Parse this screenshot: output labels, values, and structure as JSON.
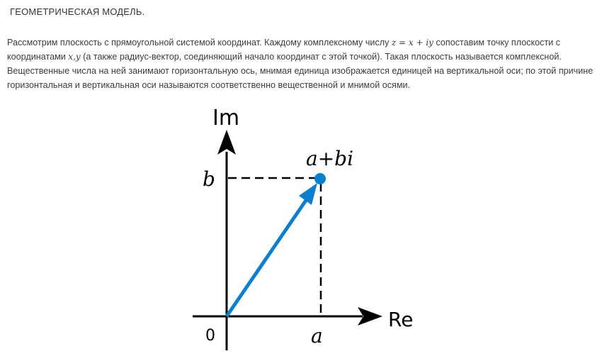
{
  "heading": "ГЕОМЕТРИЧЕСКАЯ МОДЕЛЬ.",
  "paragraph": {
    "part1": "Рассмотрим плоскость с прямоугольной системой координат. Каждому комплексному числу ",
    "formula1": "z = x + iy",
    "part2": " сопоставим точку плоскости с координатами ",
    "formula2": "x,y",
    "part3": " (а также радиус-вектор, соединяющий начало координат с этой точкой). Такая плоскость называется комплексной. Вещественные числа на ней занимают горизонтальную ось, мнимая единица изображается единицей на вертикальной оси; по этой причине горизонтальная и вертикальная оси называются соответственно вещественной и мнимой осями."
  },
  "figure": {
    "im_label": "Im",
    "re_label": "Re",
    "point_label": "a+bi",
    "b_label": "b",
    "a_label": "a",
    "origin_label": "0",
    "vector_color": "#0a7fcf",
    "axis_color": "#000000"
  }
}
